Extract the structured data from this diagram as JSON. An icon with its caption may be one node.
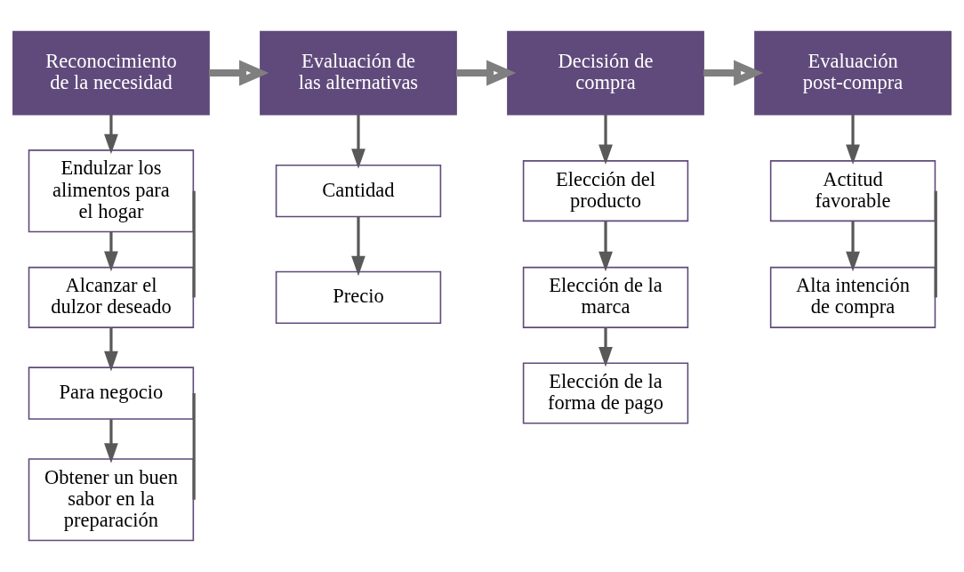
{
  "diagram": {
    "nodes": [
      {
        "text": [
          "Reconocimiento de la necesidad"
        ]
      },
      {
        "text": [
          "Evaluación de las alternativas"
        ]
      },
      {
        "text": [
          "Decisión de compra"
        ]
      },
      {
        "text": [
          "Evaluación post-compra"
        ]
      },
      {
        "text": [
          "Endulzar los alimentos para el hogar"
        ]
      },
      {
        "text": [
          "Alcanzar el dulzor deseado"
        ]
      },
      {
        "text": [
          "Para negocio"
        ]
      },
      {
        "text": [
          "Obtener un buen sabor en la preparación"
        ]
      },
      {
        "text": [
          "Cantidad"
        ]
      },
      {
        "text": [
          "Precio"
        ]
      },
      {
        "text": [
          "Elección del producto"
        ]
      },
      {
        "text": [
          "Elección de la marca"
        ]
      },
      {
        "text": [
          "Elección de la forma de pago"
        ]
      },
      {
        "text": [
          "Actitud favorable"
        ]
      },
      {
        "text": [
          "Alta intención de compra"
        ]
      }
    ],
    "edges": [
      {
        "from": 0,
        "to": 1,
        "arrow": "to",
        "style": "thick"
      },
      {
        "from": 1,
        "to": 2,
        "arrow": "to",
        "style": "thick"
      },
      {
        "from": 2,
        "to": 3,
        "arrow": "to",
        "style": "thick"
      },
      {
        "from": 0,
        "to": 4,
        "arrow": "to"
      },
      {
        "from": 4,
        "to": 5,
        "arrow": "to"
      },
      {
        "from": 4,
        "to": 5,
        "arrow": "none"
      },
      {
        "from": 5,
        "to": 6,
        "arrow": "to"
      },
      {
        "from": 6,
        "to": 7,
        "arrow": "to"
      },
      {
        "from": 6,
        "to": 7,
        "arrow": "none"
      },
      {
        "from": 1,
        "to": 8,
        "arrow": "to"
      },
      {
        "from": 8,
        "to": 9,
        "arrow": "to"
      },
      {
        "from": 2,
        "to": 10,
        "arrow": "to"
      },
      {
        "from": 10,
        "to": 11,
        "arrow": "to"
      },
      {
        "from": 11,
        "to": 12,
        "arrow": "to"
      },
      {
        "from": 3,
        "to": 13,
        "arrow": "to"
      },
      {
        "from": 13,
        "to": 14,
        "arrow": "to"
      },
      {
        "from": 13,
        "to": 14,
        "arrow": "none"
      }
    ]
  }
}
